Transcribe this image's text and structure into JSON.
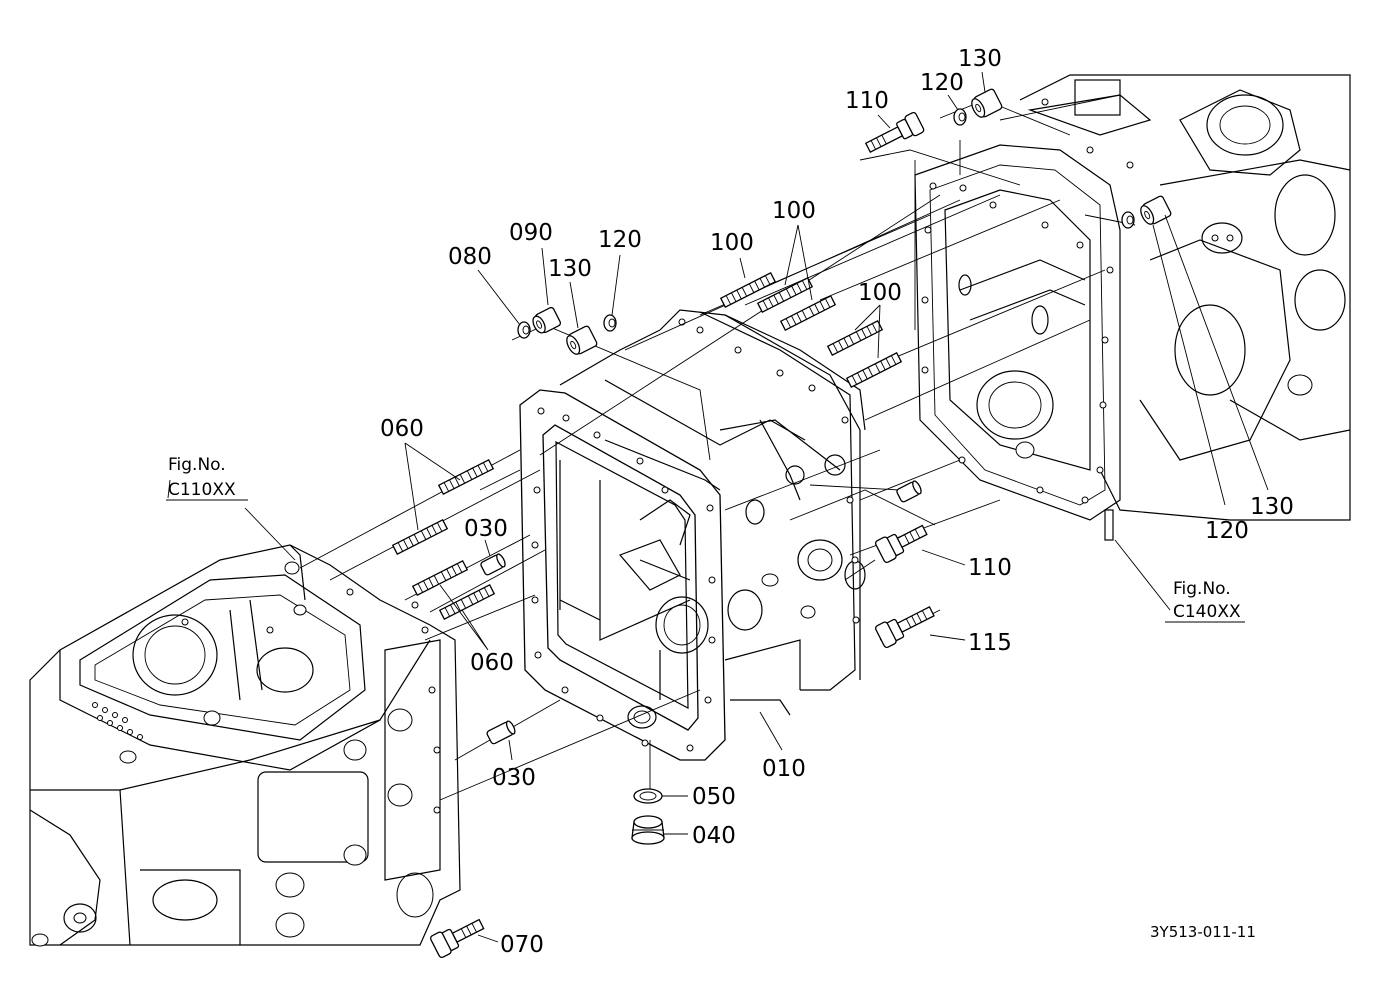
{
  "figure": {
    "code": "3Y513-011-11",
    "references": [
      {
        "line1": "Fig.No.",
        "line2": "C110XX"
      },
      {
        "line1": "Fig.No.",
        "line2": "C140XX"
      }
    ]
  },
  "callouts": [
    {
      "id": "a",
      "text": "130"
    },
    {
      "id": "b",
      "text": "120"
    },
    {
      "id": "c",
      "text": "110"
    },
    {
      "id": "d",
      "text": "100"
    },
    {
      "id": "e",
      "text": "090"
    },
    {
      "id": "f",
      "text": "080"
    },
    {
      "id": "g",
      "text": "130"
    },
    {
      "id": "h",
      "text": "120"
    },
    {
      "id": "i",
      "text": "100"
    },
    {
      "id": "j",
      "text": "100"
    },
    {
      "id": "k",
      "text": "060"
    },
    {
      "id": "l",
      "text": "030"
    },
    {
      "id": "m",
      "text": "060"
    },
    {
      "id": "n",
      "text": "110"
    },
    {
      "id": "o",
      "text": "115"
    },
    {
      "id": "p",
      "text": "120"
    },
    {
      "id": "q",
      "text": "130"
    },
    {
      "id": "r",
      "text": "030"
    },
    {
      "id": "s",
      "text": "010"
    },
    {
      "id": "t",
      "text": "050"
    },
    {
      "id": "u",
      "text": "040"
    },
    {
      "id": "v",
      "text": "070"
    }
  ]
}
